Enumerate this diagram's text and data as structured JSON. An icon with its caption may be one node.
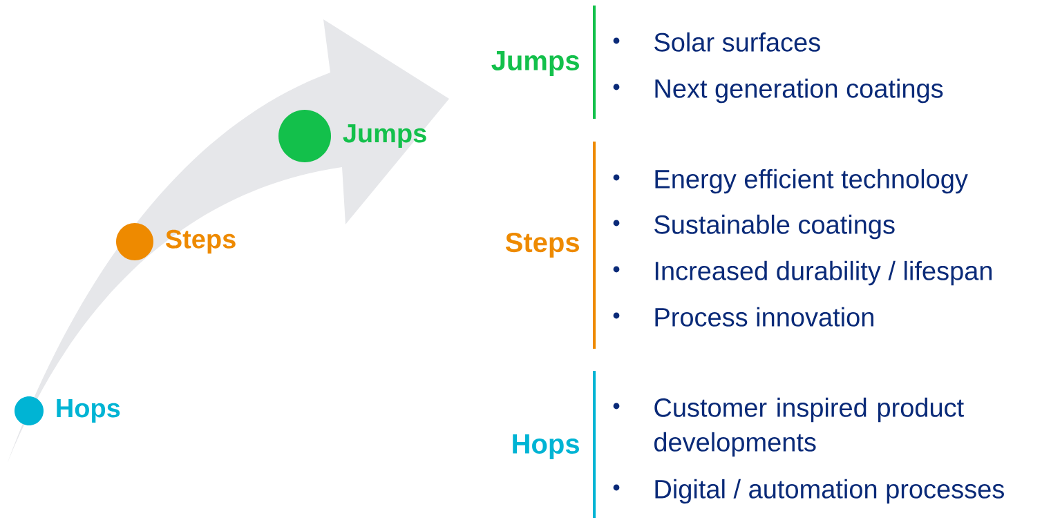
{
  "diagram": {
    "nodes": [
      {
        "text": [],
        "shape": "circle",
        "beside": [
          "Hops"
        ]
      },
      {
        "text": [],
        "shape": "circle",
        "beside": [
          "Steps"
        ]
      },
      {
        "text": [],
        "shape": "circle",
        "beside": [
          "Jumps"
        ]
      }
    ],
    "labels": [
      "Jumps",
      "Solar surfaces",
      "Next generation coatings",
      "Steps",
      "Energy efficient technology",
      "Sustainable coatings",
      "Increased durability / lifespan",
      "Process innovation",
      "Hops",
      "Customer inspired product developments",
      "Digital / automation processes"
    ]
  }
}
